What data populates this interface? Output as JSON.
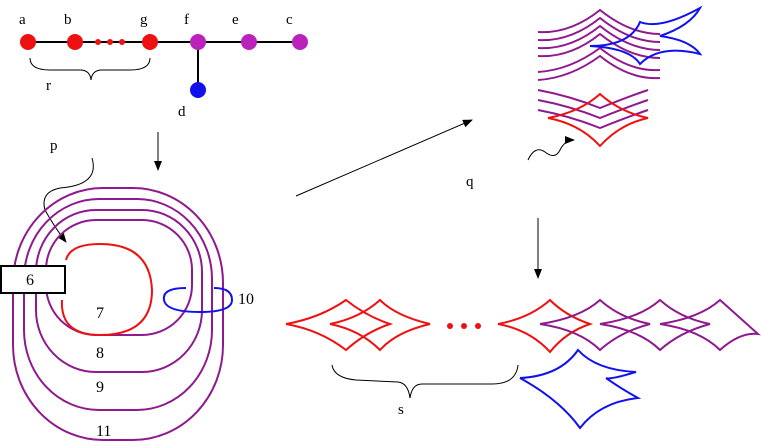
{
  "colors": {
    "red": "#ee1111",
    "purple": "#8e1a8e",
    "magenta": "#bb22bb",
    "blue": "#1111ee",
    "black": "#000000"
  },
  "graph": {
    "nodes": [
      {
        "label": "a",
        "color": "red"
      },
      {
        "label": "b",
        "color": "red"
      },
      {
        "label": "g",
        "color": "red"
      },
      {
        "label": "f",
        "color": "magenta"
      },
      {
        "label": "e",
        "color": "magenta"
      },
      {
        "label": "c",
        "color": "magenta"
      },
      {
        "label": "d",
        "color": "blue"
      }
    ],
    "brace_label": "r"
  },
  "labels": {
    "p": "p",
    "q": "q",
    "s": "s"
  },
  "regions": {
    "box": "6",
    "r7": "7",
    "r8": "8",
    "r9": "9",
    "r10": "10",
    "r11": "11"
  }
}
